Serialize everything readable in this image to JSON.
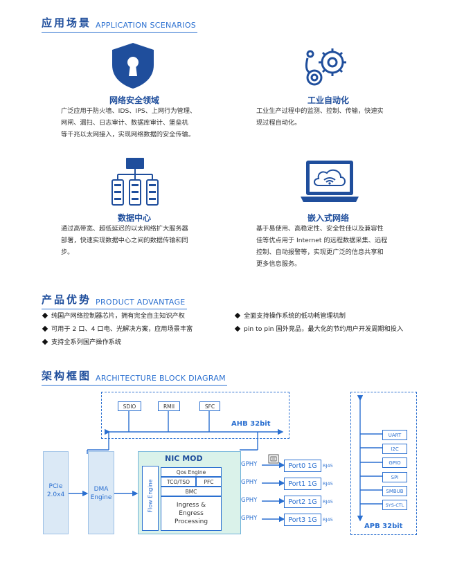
{
  "sections": {
    "scenarios": {
      "cn": "应用场景",
      "en": "APPLICATION SCENARIOS"
    },
    "advantage": {
      "cn": "产品优势",
      "en": "PRODUCT ADVANTAGE"
    },
    "architecture": {
      "cn": "架构框图",
      "en": "ARCHITECTURE BLOCK DIAGRAM"
    }
  },
  "scenarios": [
    {
      "title": "网络安全领域",
      "icon": "shield-lock-icon",
      "lines": [
        "广泛应用于防火墙、IDS、IPS、上网行为管理、",
        "网闸、漏扫、日志审计、数据库审计、堡垒机",
        "等千兆以太网接入，实现网络数据的安全传输。"
      ]
    },
    {
      "title": "工业自动化",
      "icon": "gears-icon",
      "lines": [
        "工业生产过程中的监测、控制、传输，快速实",
        "现过程自动化。"
      ]
    },
    {
      "title": "数据中心",
      "icon": "server-tree-icon",
      "lines": [
        "通过高带宽、超低延迟的以太网络扩大服务器",
        "部署，快速实现数据中心之间的数据传输和同",
        "步。"
      ]
    },
    {
      "title": "嵌入式网络",
      "icon": "laptop-cloud-wifi-icon",
      "lines": [
        "基于易使用、高稳定性、安全性佳以及兼容性",
        "佳等优点用于 Internet 的远程数据采集、远程",
        "控制、自动报警等，实现更广泛的信息共享和",
        "更多信息服务。"
      ]
    }
  ],
  "advantages": {
    "left": [
      "纯国产网络控制器芯片，拥有完全自主知识产权",
      "可用于 2 口、4 口电、光解决方案，应用场景丰富",
      "支持全系列国产操作系统"
    ],
    "right": [
      "全面支持操作系统的低功耗管理机制",
      "pin to pin 国外竞品，最大化的节约用户开发周期和投入"
    ]
  },
  "diagram": {
    "ahb": {
      "label": "AHB 32bit",
      "blocks": [
        "SDIO",
        "RMII",
        "SFC"
      ]
    },
    "apb": {
      "label": "APB 32bit",
      "blocks": [
        "UART",
        "I2C",
        "GPIO",
        "SPI",
        "SMBUB",
        "SYS-CTL"
      ]
    },
    "pcie": "PCIe\n2.0x4",
    "dma": "DMA\nEngine",
    "nic": {
      "title": "NIC MOD",
      "flow": "Flow Engine",
      "qos": "Qos Engine",
      "tco": "TCO/TSO",
      "pfc": "PFC",
      "bmc": "BMC",
      "ingress": "Ingress &\nEngress\nProcessing"
    },
    "gphy": "GPHY",
    "rj45": "RJ45",
    "ports": [
      "Port0 1G",
      "Port1 1G",
      "Port2 1G",
      "Port3 1G"
    ]
  },
  "colors": {
    "brand": "#1f4e9c",
    "accent": "#2a6fd0",
    "dma": "#dbe9f6",
    "nic": "#daf2ea"
  }
}
